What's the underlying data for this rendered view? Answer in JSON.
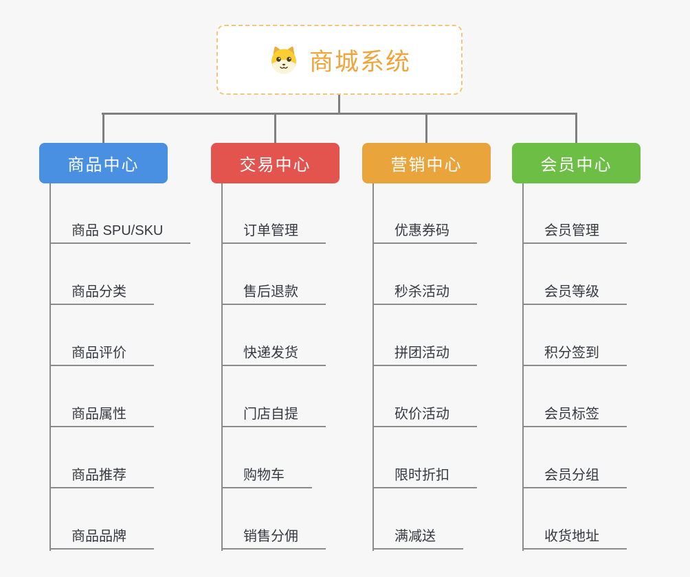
{
  "root": {
    "title": "商城系统",
    "icon": "dog-face-icon"
  },
  "branches": [
    {
      "label": "商品中心",
      "color": "#4A90E2",
      "items": [
        "商品 SPU/SKU",
        "商品分类",
        "商品评价",
        "商品属性",
        "商品推荐",
        "商品品牌"
      ]
    },
    {
      "label": "交易中心",
      "color": "#E4544F",
      "items": [
        "订单管理",
        "售后退款",
        "快递发货",
        "门店自提",
        "购物车",
        "销售分佣"
      ]
    },
    {
      "label": "营销中心",
      "color": "#E9A43B",
      "items": [
        "优惠券码",
        "秒杀活动",
        "拼团活动",
        "砍价活动",
        "限时折扣",
        "满减送"
      ]
    },
    {
      "label": "会员中心",
      "color": "#6CBE45",
      "items": [
        "会员管理",
        "会员等级",
        "积分签到",
        "会员标签",
        "会员分组",
        "收货地址"
      ]
    }
  ],
  "colors": {
    "background": "#F7F7F7",
    "connector": "#808080",
    "item_line": "#8A8A8A",
    "item_text": "#36393F",
    "root_title": "#F0A53C",
    "root_border": "#F3C479",
    "root_bg": "#FFFFFF",
    "header_text": "#FFFFFF"
  }
}
